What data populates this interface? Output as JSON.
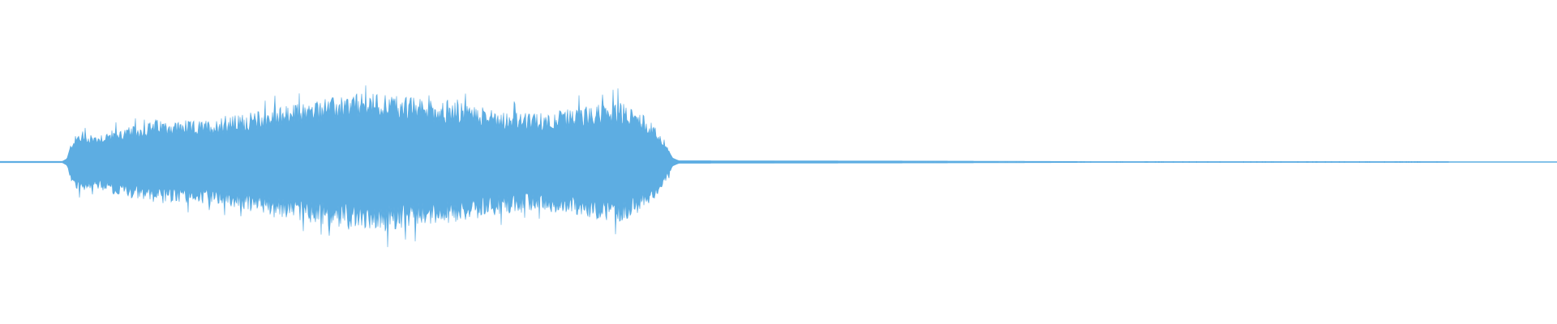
{
  "waveform": {
    "color": "#5dade2",
    "background": "#ffffff",
    "duration_fraction_active": [
      0.043,
      0.43
    ],
    "envelope": [
      [
        0.0,
        0.002
      ],
      [
        0.04,
        0.002
      ],
      [
        0.043,
        0.01
      ],
      [
        0.046,
        0.055
      ],
      [
        0.05,
        0.075
      ],
      [
        0.06,
        0.07
      ],
      [
        0.075,
        0.085
      ],
      [
        0.09,
        0.095
      ],
      [
        0.1,
        0.11
      ],
      [
        0.12,
        0.105
      ],
      [
        0.14,
        0.11
      ],
      [
        0.15,
        0.12
      ],
      [
        0.17,
        0.135
      ],
      [
        0.19,
        0.15
      ],
      [
        0.21,
        0.165
      ],
      [
        0.23,
        0.175
      ],
      [
        0.245,
        0.18
      ],
      [
        0.26,
        0.17
      ],
      [
        0.28,
        0.16
      ],
      [
        0.3,
        0.15
      ],
      [
        0.32,
        0.135
      ],
      [
        0.34,
        0.125
      ],
      [
        0.355,
        0.13
      ],
      [
        0.37,
        0.14
      ],
      [
        0.385,
        0.15
      ],
      [
        0.398,
        0.155
      ],
      [
        0.41,
        0.135
      ],
      [
        0.42,
        0.095
      ],
      [
        0.428,
        0.05
      ],
      [
        0.432,
        0.012
      ],
      [
        0.436,
        0.004
      ],
      [
        0.6,
        0.003
      ],
      [
        0.7,
        0.0015
      ],
      [
        0.84,
        0.0015
      ],
      [
        0.93,
        0.0015
      ],
      [
        0.935,
        0.0
      ],
      [
        1.0,
        0.0
      ]
    ],
    "sparse_dots_range": [
      0.58,
      0.93
    ]
  }
}
